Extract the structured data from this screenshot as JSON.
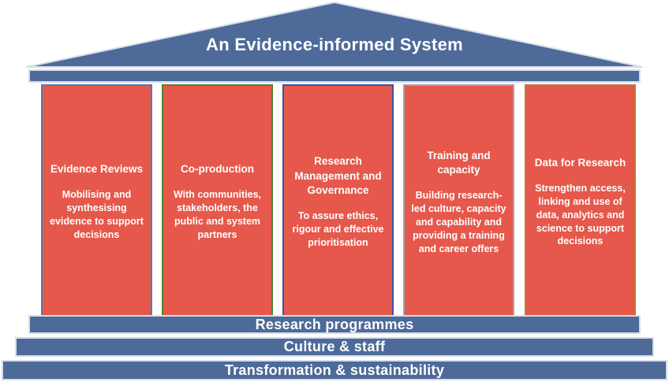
{
  "title": "An Evidence-informed System",
  "colors": {
    "blue": "#4D6A99",
    "red": "#E5584B",
    "bar_border": "#D6DEEA",
    "pillar_border_1": "#4A7EBB",
    "pillar_border_2": "#568230",
    "pillar_border_3": "#3A52A3",
    "pillar_border_4": "#A3A3A3",
    "pillar_border_5": "#C27A31"
  },
  "pillars": [
    {
      "title": "Evidence Reviews",
      "body": "Mobilising and synthesising evidence to support decisions"
    },
    {
      "title": "Co-production",
      "body": "With communities, stakeholders, the public and system partners"
    },
    {
      "title": "Research Management and Governance",
      "body": "To assure ethics, rigour and effective prioritisation"
    },
    {
      "title": "Training and capacity",
      "body": "Building research-led culture, capacity and capability and providing a training and career offers"
    },
    {
      "title": "Data for Research",
      "body": "Strengthen access, linking and use of data, analytics and science to support decisions"
    }
  ],
  "foundation_bars": [
    {
      "label": "Research programmes"
    },
    {
      "label": "Culture & staff"
    },
    {
      "label": "Transformation & sustainability"
    }
  ]
}
